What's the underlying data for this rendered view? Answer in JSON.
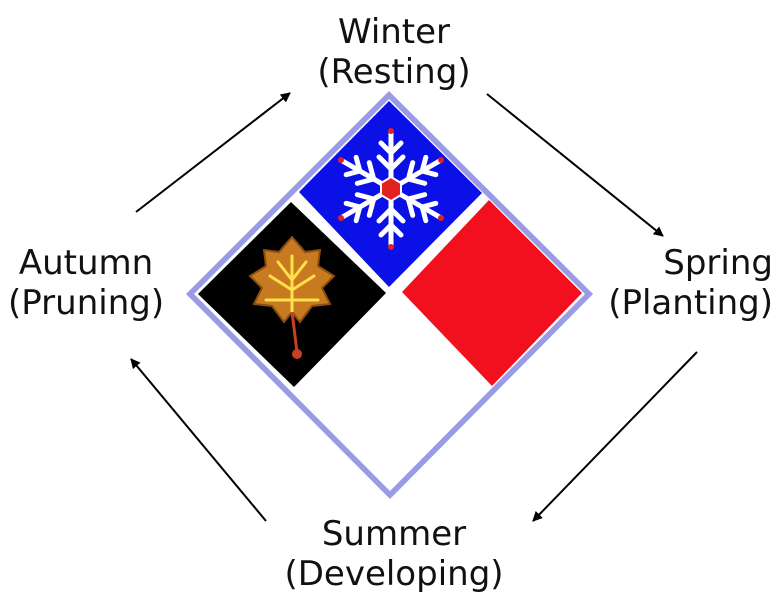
{
  "seasons": {
    "winter": {
      "name": "Winter",
      "activity": "(Resting)",
      "tile_color": "#0a10e6"
    },
    "spring": {
      "name": "Spring",
      "activity": "(Planting)",
      "tile_color": "#f2101e"
    },
    "summer": {
      "name": "Summer",
      "activity": "(Developing)",
      "tile_color": "#ffffff"
    },
    "autumn": {
      "name": "Autumn",
      "activity": "(Pruning)",
      "tile_color": "#000000"
    }
  },
  "colors": {
    "frame": "#9a9ae6",
    "arrow": "#000000"
  },
  "icons": {
    "winter": "snowflake-icon",
    "spring": "flower-icon",
    "summer": "sun-icon",
    "autumn": "leaf-icon"
  }
}
